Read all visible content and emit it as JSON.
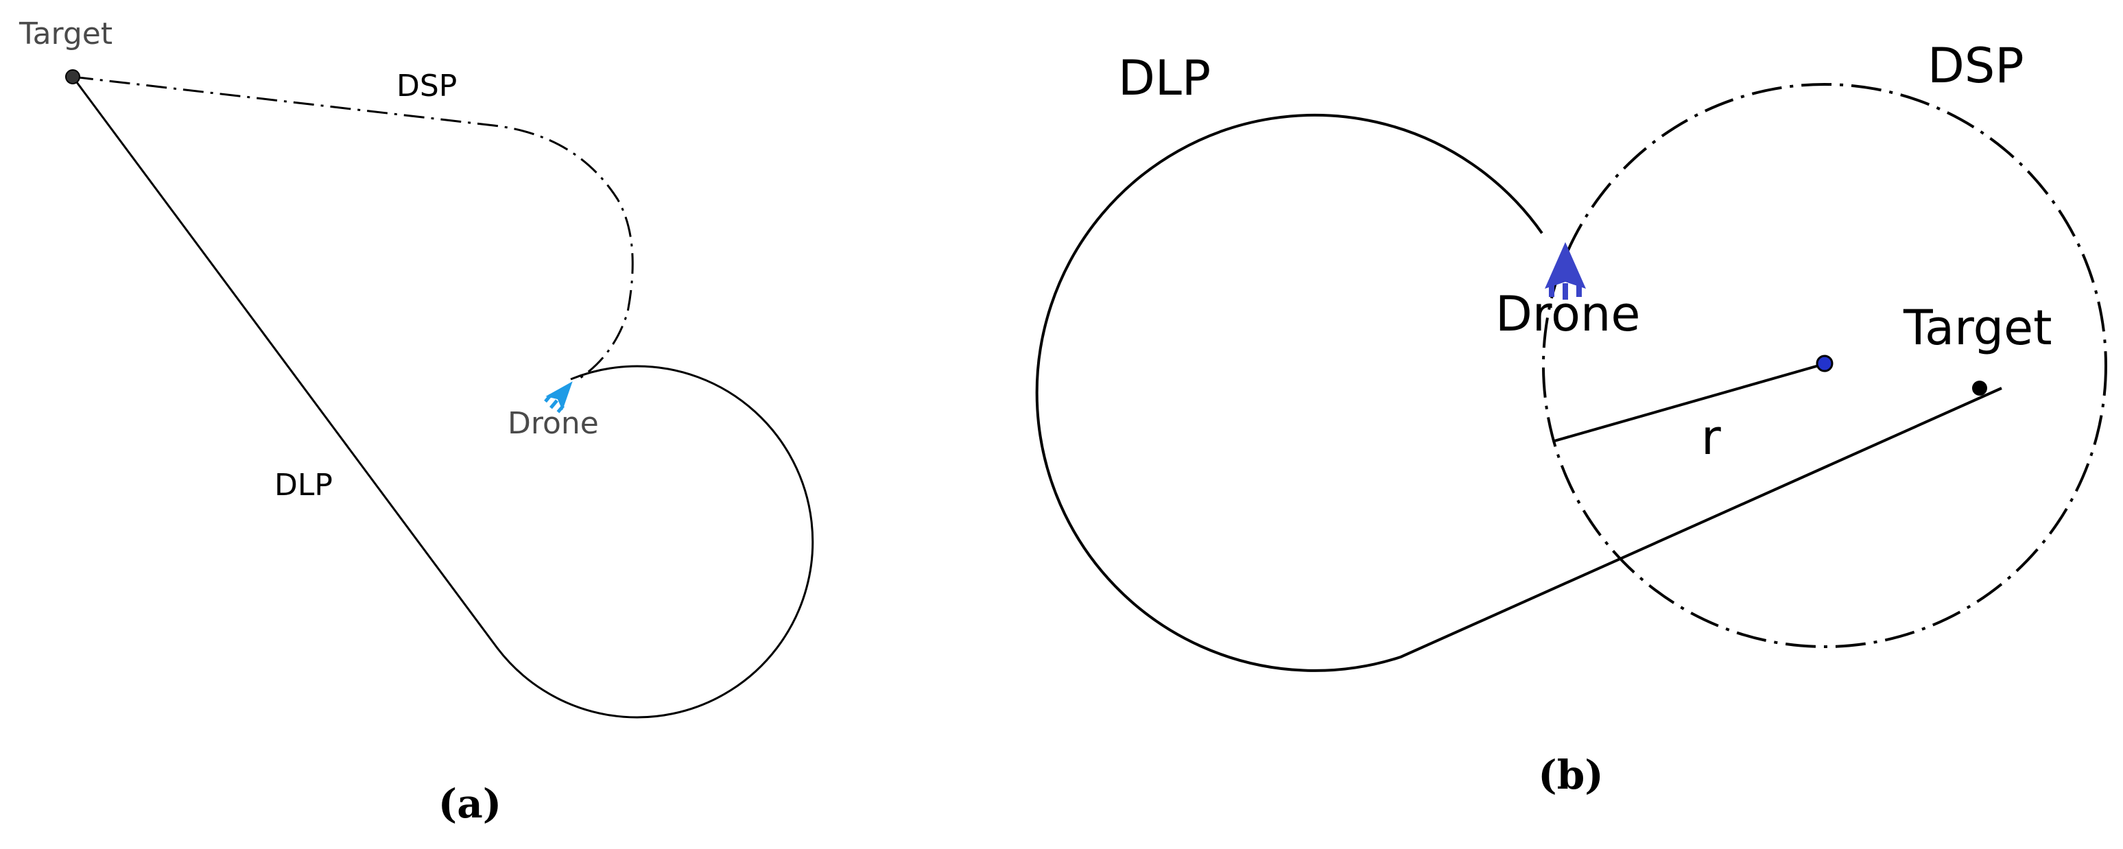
{
  "panel_a": {
    "labels": {
      "target": "Target",
      "dsp": "DSP",
      "drone": "Drone",
      "dlp": "DLP"
    },
    "caption": "(a)",
    "colors": {
      "drone": "#1e9be6",
      "target_point": "#333333",
      "path": "#000000"
    }
  },
  "panel_b": {
    "labels": {
      "dlp": "DLP",
      "dsp": "DSP",
      "drone": "Drone",
      "target": "Target",
      "radius": "r"
    },
    "caption": "(b)",
    "colors": {
      "drone": "#3a44c8",
      "center_point": "#2233cc",
      "target_point": "#000000",
      "path": "#000000"
    }
  }
}
